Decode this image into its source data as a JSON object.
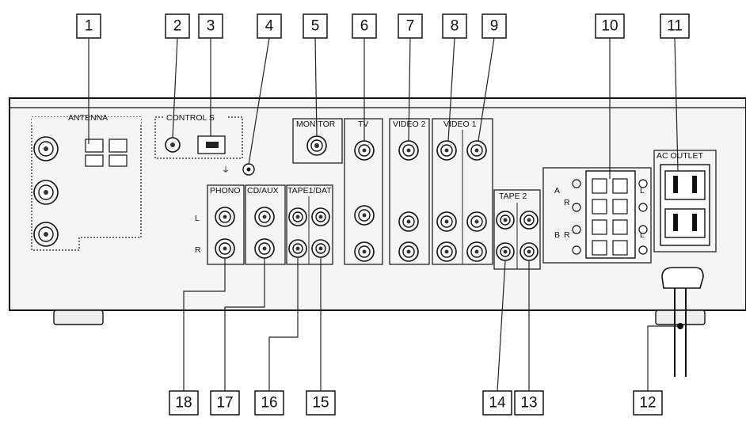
{
  "callouts": [
    "1",
    "2",
    "3",
    "4",
    "5",
    "6",
    "7",
    "8",
    "9",
    "10",
    "11",
    "12",
    "13",
    "14",
    "15",
    "16",
    "17",
    "18"
  ],
  "panels": {
    "antenna": "ANTENNA",
    "controls": "CONTROL S",
    "monitor": "MONITOR",
    "tv": "TV",
    "video2": "VIDEO 2",
    "video1": "VIDEO 1",
    "ac_outlet": "AC OUTLET",
    "phono": "PHONO",
    "cd_aux": "CD/AUX",
    "tape1_dat": "TAPE1/DAT",
    "tape2": "TAPE 2"
  },
  "channel_labels": {
    "left": "L",
    "right": "R"
  },
  "speaker_labels": {
    "a": "A",
    "b": "B",
    "r": "R",
    "l": "L"
  }
}
